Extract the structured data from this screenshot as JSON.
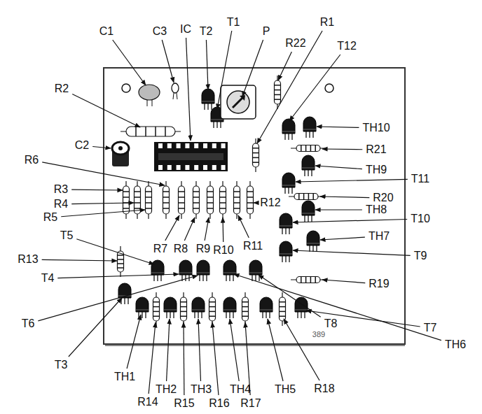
{
  "diagram": {
    "labels": [
      "C1",
      "C3",
      "IC",
      "T2",
      "T1",
      "P",
      "R22",
      "R1",
      "T12",
      "R2",
      "TH10",
      "C2",
      "R21",
      "R6",
      "TH9",
      "T11",
      "R3",
      "R20",
      "R4",
      "R5",
      "R12",
      "TH8",
      "T10",
      "R7",
      "R8",
      "R9",
      "R10",
      "R11",
      "TH7",
      "T9",
      "T5",
      "R13",
      "R19",
      "T4",
      "T6",
      "T8",
      "TH6",
      "T7",
      "T3",
      "TH1",
      "TH2",
      "TH3",
      "TH4",
      "R14",
      "R15",
      "R16",
      "R17",
      "TH5",
      "R18",
      "389"
    ]
  }
}
